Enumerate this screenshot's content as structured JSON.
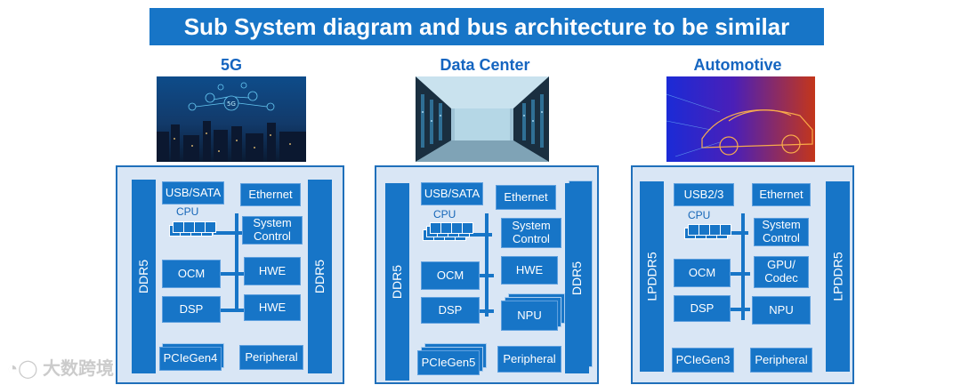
{
  "title": "Sub System diagram and bus architecture to be similar",
  "columns": [
    {
      "heading": "5G",
      "memory_left": "DDR5",
      "memory_right": "DDR5",
      "blocks": {
        "usb": "USB/SATA",
        "ethernet": "Ethernet",
        "cpu": "CPU",
        "system_control": "System Control",
        "ocm": "OCM",
        "right_mid": "HWE",
        "dsp": "DSP",
        "right_low": "HWE",
        "pcie": "PCIeGen4",
        "peripheral": "Peripheral"
      }
    },
    {
      "heading": "Data Center",
      "memory_left": "DDR5",
      "memory_right": "DDR5",
      "blocks": {
        "usb": "USB/SATA",
        "ethernet": "Ethernet",
        "cpu": "CPU",
        "system_control": "System Control",
        "ocm": "OCM",
        "right_mid": "HWE",
        "dsp": "DSP",
        "right_low": "NPU",
        "pcie": "PCIeGen5",
        "peripheral": "Peripheral"
      }
    },
    {
      "heading": "Automotive",
      "memory_left": "LPDDR5",
      "memory_right": "LPDDR5",
      "blocks": {
        "usb": "USB2/3",
        "ethernet": "Ethernet",
        "cpu": "CPU",
        "system_control": "System Control",
        "ocm": "OCM",
        "right_mid": "GPU/ Codec",
        "dsp": "DSP",
        "right_low": "NPU",
        "pcie": "PCIeGen3",
        "peripheral": "Peripheral"
      }
    }
  ],
  "watermark": "大数跨境",
  "colors": {
    "block": "#1775c7",
    "panel": "#d9e6f5",
    "heading": "#1565c0"
  }
}
